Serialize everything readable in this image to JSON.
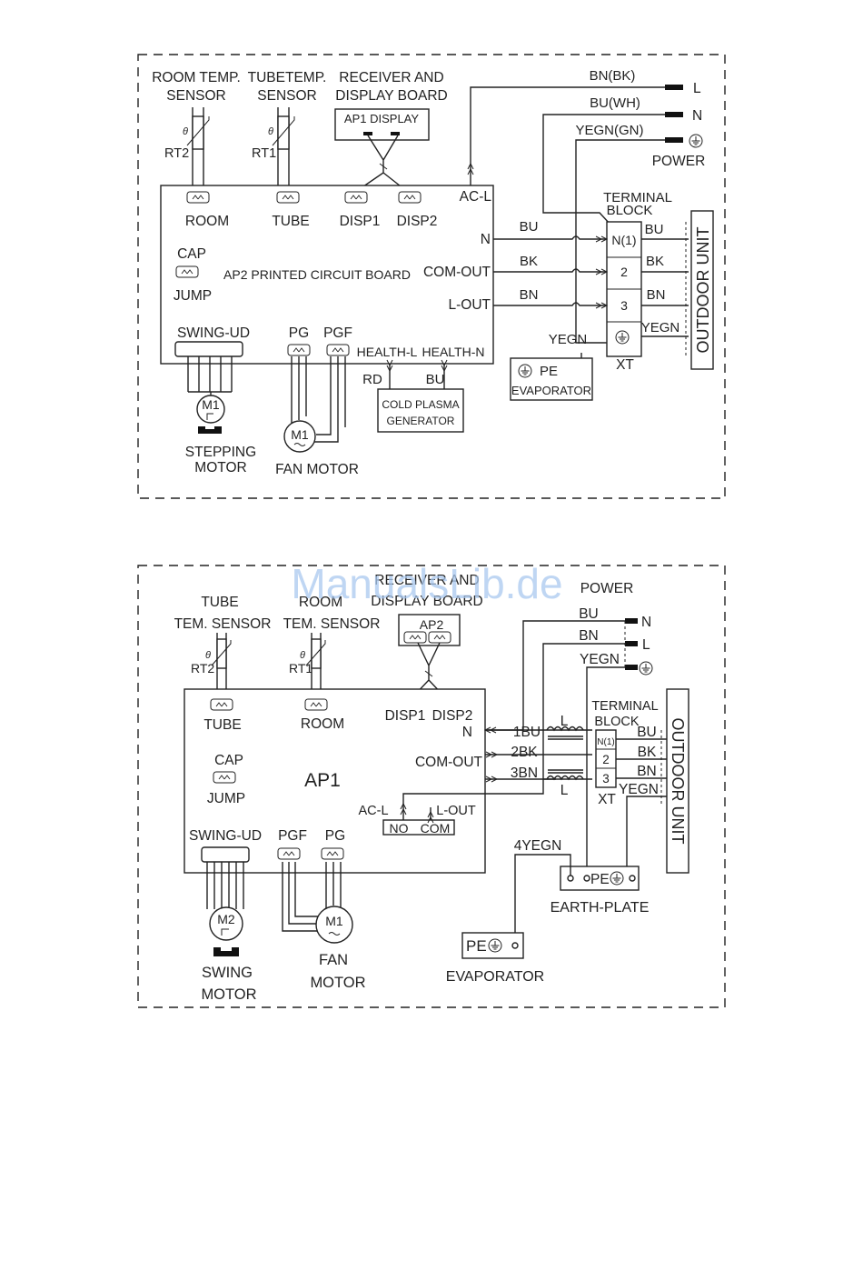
{
  "watermark": "ManualsLib.de",
  "d1": {
    "room_sensor_l1": "ROOM TEMP.",
    "room_sensor_l2": "SENSOR",
    "tube_sensor_l1": "TUBETEMP.",
    "tube_sensor_l2": "SENSOR",
    "receiver_l1": "RECEIVER AND",
    "receiver_l2": "DISPLAY BOARD",
    "ap1_display": "AP1   DISPLAY",
    "rt2": "RT2",
    "rt1": "RT1",
    "theta": "θ",
    "room": "ROOM",
    "tube": "TUBE",
    "disp1": "DISP1",
    "disp2": "DISP2",
    "acl": "AC-L",
    "n": "N",
    "comout": "COM-OUT",
    "lout": "L-OUT",
    "cap": "CAP",
    "jump": "JUMP",
    "pcb": "AP2 PRINTED CIRCUIT BOARD",
    "swing": "SWING-UD",
    "pg": "PG",
    "pgf": "PGF",
    "health_l": "HEALTH-L",
    "health_n": "HEALTH-N",
    "rd": "RD",
    "bu": "BU",
    "bk": "BK",
    "bn": "BN",
    "yegn": "YEGN",
    "cold_l1": "COLD PLASMA",
    "cold_l2": "GENERATOR",
    "m1": "M1",
    "stepping_l1": "STEPPING",
    "stepping_l2": "MOTOR",
    "fan_motor": "FAN MOTOR",
    "bn_bk": "BN(BK)",
    "bu_wh": "BU(WH)",
    "yegn_gn": "YEGN(GN)",
    "l": "L",
    "power": "POWER",
    "term_l1": "TERMINAL",
    "term_l2": "BLOCK",
    "t_n1": "N(1)",
    "t_2": "2",
    "t_3": "3",
    "xt": "XT",
    "pe": "PE",
    "evaporator": "EVAPORATOR",
    "outdoor": "OUTDOOR UNIT"
  },
  "d2": {
    "tube_l1": "TUBE",
    "tube_l2": "TEM. SENSOR",
    "room_l1": "ROOM",
    "room_l2": "TEM. SENSOR",
    "recv_l1": "RECEIVER AND",
    "recv_l2": "DISPLAY BOARD",
    "ap2": "AP2",
    "power": "POWER",
    "rt2": "RT2",
    "rt1": "RT1",
    "theta": "θ",
    "tube": "TUBE",
    "room": "ROOM",
    "disp1": "DISP1",
    "disp2": "DISP2",
    "n": "N",
    "comout": "COM-OUT",
    "cap": "CAP",
    "jump": "JUMP",
    "ap1": "AP1",
    "acl": "AC-L",
    "lout": "L-OUT",
    "no": "NO",
    "com": "COM",
    "swing": "SWING-UD",
    "pgf": "PGF",
    "pg": "PG",
    "bu": "BU",
    "bn": "BN",
    "bk": "BK",
    "yegn": "YEGN",
    "l": "L",
    "w1": "1BU",
    "w2": "2BK",
    "w3": "3BN",
    "term_l1": "TERMINAL",
    "term_l2": "BLOCK",
    "t_n1": "N(1)",
    "t_2": "2",
    "t_3": "3",
    "xt": "XT",
    "w4": "4YEGN",
    "pe": "PE",
    "earth_plate": "EARTH-PLATE",
    "evaporator": "EVAPORATOR",
    "m2": "M2",
    "m1": "M1",
    "swing_l1": "SWING",
    "swing_l2": "MOTOR",
    "fan_l1": "FAN",
    "fan_l2": "MOTOR",
    "outdoor": "OUTDOOR UNIT"
  }
}
